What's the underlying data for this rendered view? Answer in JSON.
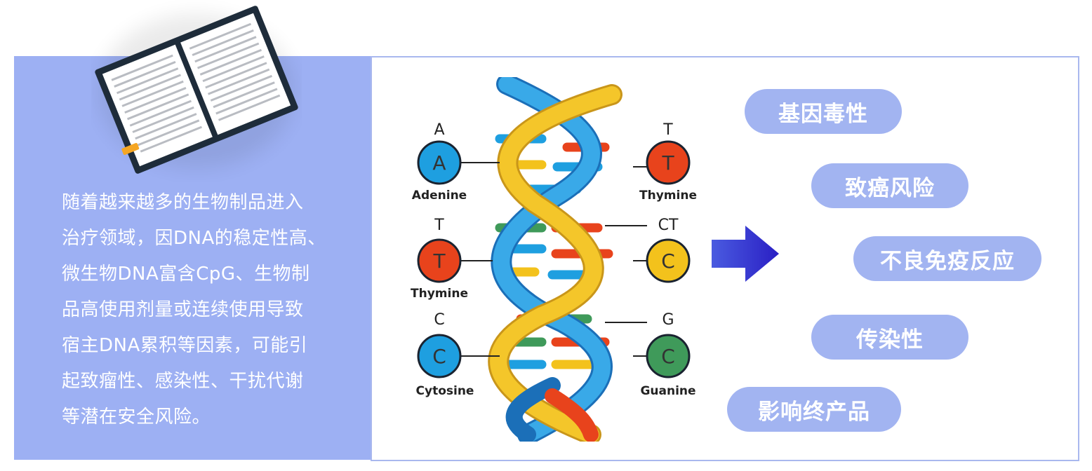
{
  "intro": {
    "text": "随着越来越多的生物制品进入\n治疗领域，因DNA的稳定性高、\n微生物DNA富含CpG、生物制\n品高使用剂量或连续使用导致\n宿主DNA累积等因素，可能引\n起致瘤性、感染性、干扰代谢\n等潜在安全风险。"
  },
  "dna": {
    "left_bases": [
      {
        "letter": "A",
        "circle": "A",
        "name": "Adenine",
        "color": "#1e9fe0"
      },
      {
        "letter": "T",
        "circle": "T",
        "name": "Thymine",
        "color": "#e8431c"
      },
      {
        "letter": "C",
        "circle": "C",
        "name": "Cytosine",
        "color": "#1e9fe0"
      }
    ],
    "right_bases": [
      {
        "letter": "T",
        "circle": "T",
        "name": "Thymine",
        "color": "#e8431c"
      },
      {
        "letter": "CT",
        "circle": "C",
        "name": "",
        "color": "#f3c21c"
      },
      {
        "letter": "G",
        "circle": "C",
        "name": "Guanine",
        "color": "#3f9a5a"
      }
    ]
  },
  "risks": [
    {
      "label": "基因毒性"
    },
    {
      "label": "致癌风险"
    },
    {
      "label": "不良免疫反应"
    },
    {
      "label": "传染性"
    },
    {
      "label": "影响终产品"
    }
  ],
  "colors": {
    "panel": "#9db0f3",
    "pill": "#a2b4f1",
    "arrow": "#3a35d4",
    "border": "#a9b8ee"
  }
}
